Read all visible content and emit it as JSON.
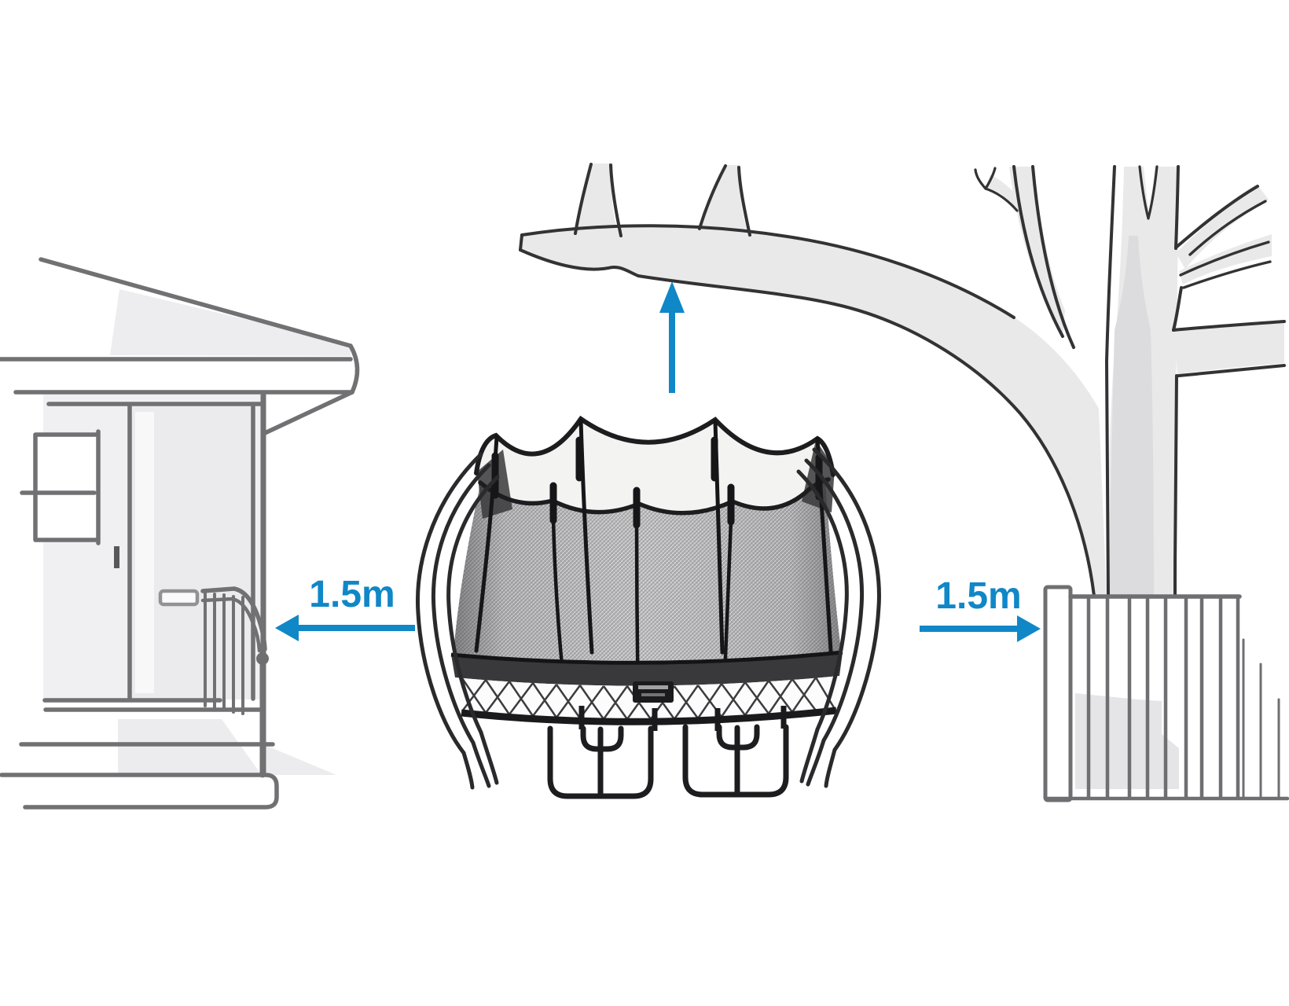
{
  "diagram": {
    "type": "trampoline-clearance-illustration",
    "clearance_left": {
      "label": "1.5m",
      "direction": "left",
      "from": "trampoline",
      "to": "house"
    },
    "clearance_right": {
      "label": "1.5m",
      "direction": "right",
      "from": "trampoline",
      "to": "fence-and-tree"
    },
    "clearance_top": {
      "label": "",
      "direction": "up",
      "from": "trampoline",
      "to": "tree-branches"
    },
    "scene_objects": {
      "left": "house-with-porch-steps",
      "center": "trampoline-with-safety-net",
      "right": [
        "bare-tree",
        "slat-fence"
      ]
    },
    "colors": {
      "accent_blue": "#1087c7",
      "sketch_line_gray": "#717174",
      "sketch_fill_gray": "#ededef",
      "tree_outline": "#333335",
      "tree_fill": "#e9e9ea",
      "trampoline_frame_black": "#1d1d1f",
      "net_gray": "#ababad",
      "background": "#ffffff"
    }
  }
}
